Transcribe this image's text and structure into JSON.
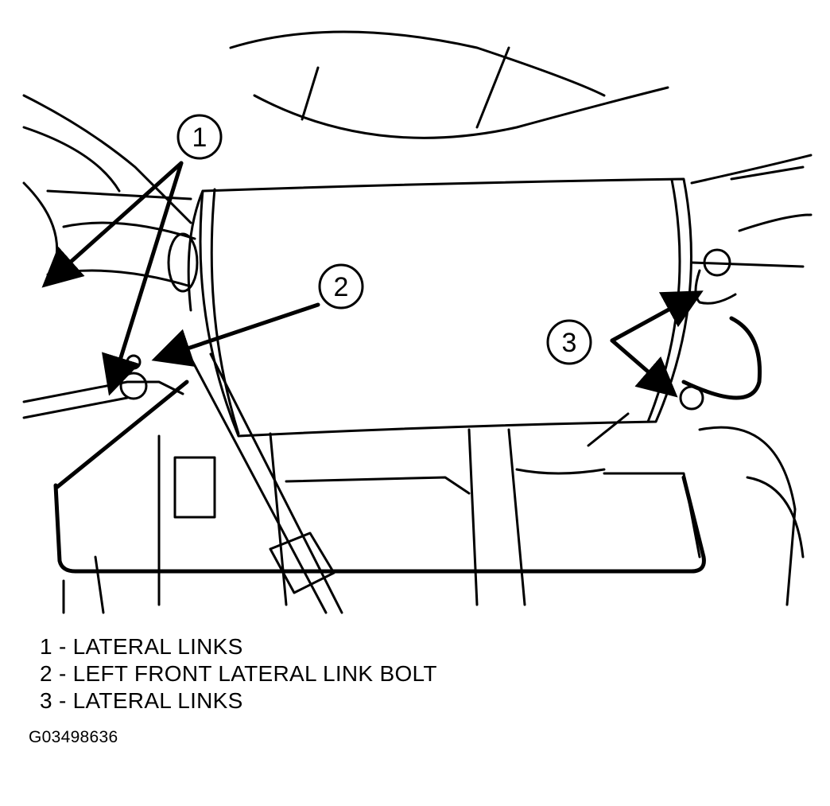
{
  "callouts": [
    {
      "number": "1"
    },
    {
      "number": "2"
    },
    {
      "number": "3"
    }
  ],
  "legend": [
    {
      "text": "1 - LATERAL LINKS"
    },
    {
      "text": "2 - LEFT FRONT LATERAL LINK BOLT"
    },
    {
      "text": "3 - LATERAL LINKS"
    }
  ],
  "figure_id": "G03498636",
  "colors": {
    "ink": "#000000",
    "paper": "#ffffff"
  }
}
